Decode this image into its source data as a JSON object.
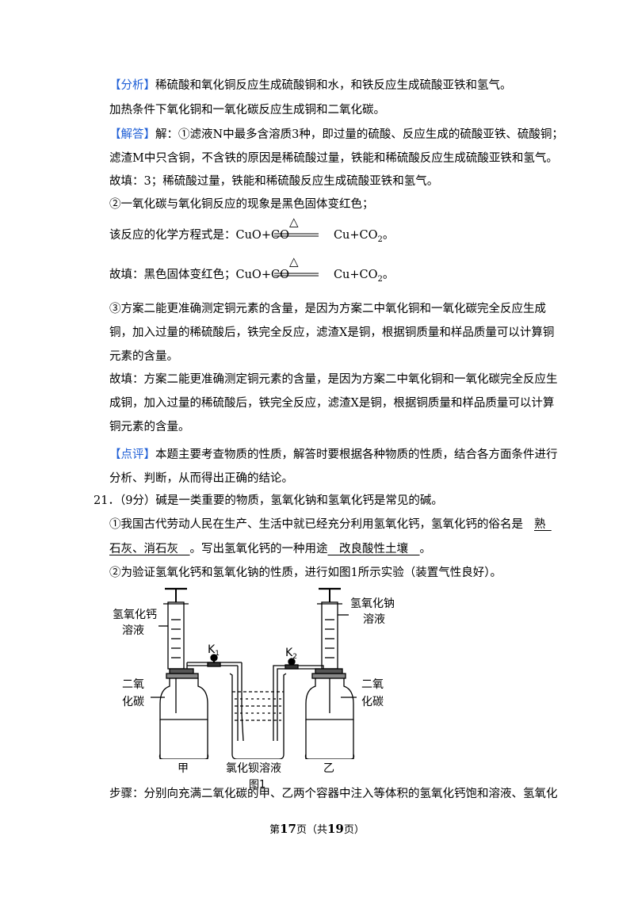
{
  "analysis": {
    "tag": "【分析】",
    "line1": "稀硫酸和氧化铜反应生成硫酸铜和水，和铁反应生成硫酸亚铁和氢气。",
    "line2": "加热条件下氧化铜和一氧化碳反应生成铜和二氧化碳。"
  },
  "answer": {
    "tag": "【解答】",
    "line1": "解：①滤液N中最多含溶质3种，即过量的硫酸、反应生成的硫酸亚铁、硫酸铜；",
    "line2": "滤渣M中只含铜，不含铁的原因是稀硫酸过量，铁能和稀硫酸反应生成硫酸亚铁和氢气。",
    "line3": "故填：3；稀硫酸过量，铁能和稀硫酸反应生成硫酸亚铁和氢气。",
    "line4": "②一氧化碳与氧化铜反应的现象是黑色固体变红色；",
    "eq1_prefix": "该反应的化学方程式是：CuO+CO",
    "eq_condition": "△",
    "eq_product": "Cu+CO",
    "eq_sub": "2",
    "eq_end": "。",
    "eq2_prefix": "故填：黑色固体变红色；CuO+CO",
    "line5": "③方案二能更准确测定铜元素的含量，是因为方案二中氧化铜和一氧化碳完全反应生成",
    "line6": "铜，加入过量的稀硫酸后，铁完全反应，滤渣X是铜，根据铜质量和样品质量可以计算铜",
    "line7": "元素的含量。",
    "line8": "故填：方案二能更准确测定铜元素的含量，是因为方案二中氧化铜和一氧化碳完全反应生",
    "line9": "成铜，加入过量的稀硫酸后，铁完全反应，滤渣X是铜，根据铜质量和样品质量可以计算",
    "line10": "铜元素的含量。"
  },
  "comment": {
    "tag": "【点评】",
    "line1": "本题主要考查物质的性质，解答时要根据各种物质的性质，结合各方面条件进行",
    "line2": "分析、判断，从而得出正确的结论。"
  },
  "q21": {
    "stem": "21．（9分）碱是一类重要的物质，氢氧化钠和氢氧化钙是常见的碱。",
    "p1_a": "①我国古代劳动人民在生产、生活中就已经充分利用氢氧化钙，氢氧化钙的俗名是",
    "p1_blank1": "熟",
    "p1_blank1b": "石灰、消石灰",
    "p1_b": "。写出氢氧化钙的一种用途",
    "p1_blank2": "改良酸性土壤",
    "p1_c": "。",
    "p2": "②为验证氢氧化钙和氢氧化钠的性质，进行如图1所示实验（装置气性良好）。",
    "step": "步骤：分别向充满二氧化碳的甲、乙两个容器中注入等体积的氢氧化钙饱和溶液、氢氧化"
  },
  "figure": {
    "left_syringe_1": "氢氧化钙",
    "left_syringe_2": "溶液",
    "right_syringe_1": "氢氧化钠",
    "right_syringe_2": "溶液",
    "k1": "K",
    "k1_sub": "1",
    "k2": "K",
    "k2_sub": "2",
    "left_gas_1": "二氧",
    "left_gas_2": "化碳",
    "right_gas_1": "二氧",
    "right_gas_2": "化碳",
    "left_bottle": "甲",
    "right_bottle": "乙",
    "beaker": "氯化钡溶液",
    "caption": "图1"
  },
  "footer": {
    "pre": "第",
    "page": "17",
    "mid": "页（共",
    "total": "19",
    "post": "页）"
  }
}
